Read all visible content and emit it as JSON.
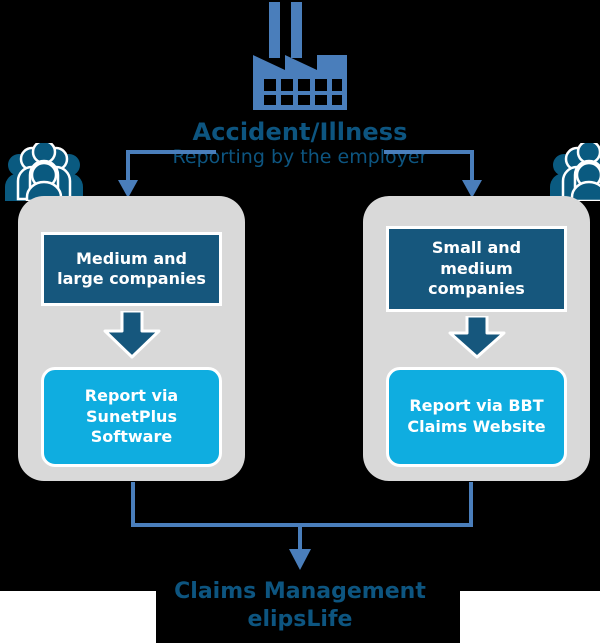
{
  "diagram": {
    "title_line1": "Accident/Illness",
    "title_line2": "Reporting by the employer",
    "factory_icon": "factory-icon",
    "group_icon_left": "group-of-people-icon",
    "group_icon_right": "group-of-people-icon"
  },
  "branches": [
    {
      "id": "left",
      "company_box": "Medium and large companies",
      "report_box": "Report via SunetPlus Software",
      "arrow_icon": "down-block-arrow-icon"
    },
    {
      "id": "right",
      "company_box": "Small and medium companies",
      "report_box": "Report via BBT Claims Website",
      "arrow_icon": "down-block-arrow-icon"
    }
  ],
  "footer": {
    "line1": "Claims Management",
    "line2": "elipsLife"
  },
  "colors": {
    "background": "#000000",
    "dark_blue": "#16577d",
    "title_blue": "#0d5580",
    "cyan": "#0fade0",
    "panel_gray": "#d9d9d9",
    "connector_blue": "#4a7ebb",
    "icon_blue": "#4a7ebb",
    "people_blue": "#0a5a80",
    "white": "#ffffff"
  }
}
